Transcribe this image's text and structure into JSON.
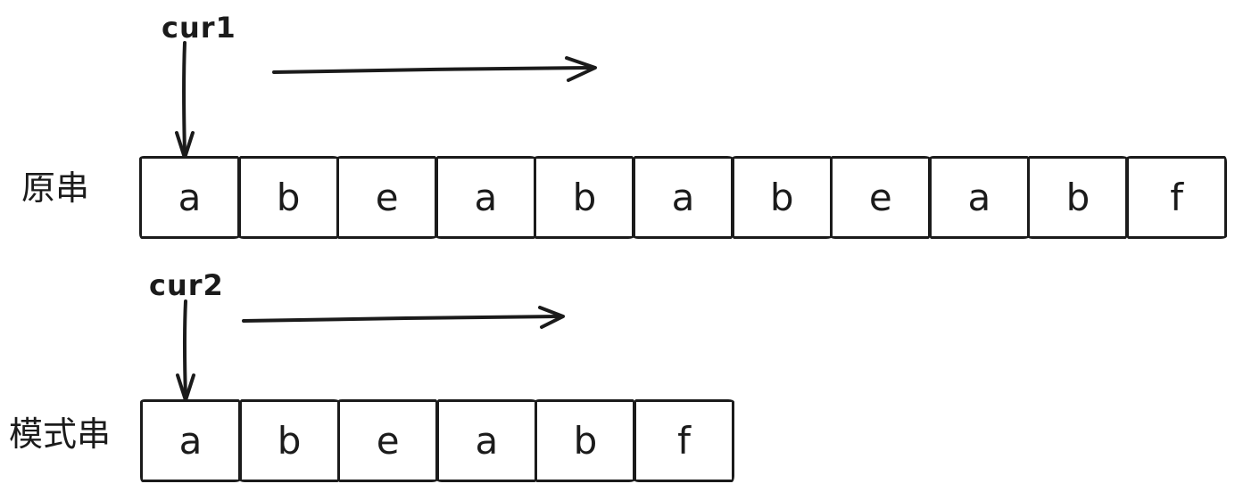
{
  "diagram": {
    "colors": {
      "stroke": "#1b1b1b",
      "background": "#ffffff",
      "text": "#1b1b1b"
    },
    "icons": {
      "cur1_pointer": "down-arrow-icon",
      "cur2_pointer": "down-arrow-icon",
      "row1_direction": "right-arrow-icon",
      "row2_direction": "right-arrow-icon"
    },
    "rows": [
      {
        "label": "原串",
        "pointer": "cur1",
        "cells": [
          "a",
          "b",
          "e",
          "a",
          "b",
          "a",
          "b",
          "e",
          "a",
          "b",
          "f"
        ]
      },
      {
        "label": "模式串",
        "pointer": "cur2",
        "cells": [
          "a",
          "b",
          "e",
          "a",
          "b",
          "f"
        ]
      }
    ]
  }
}
